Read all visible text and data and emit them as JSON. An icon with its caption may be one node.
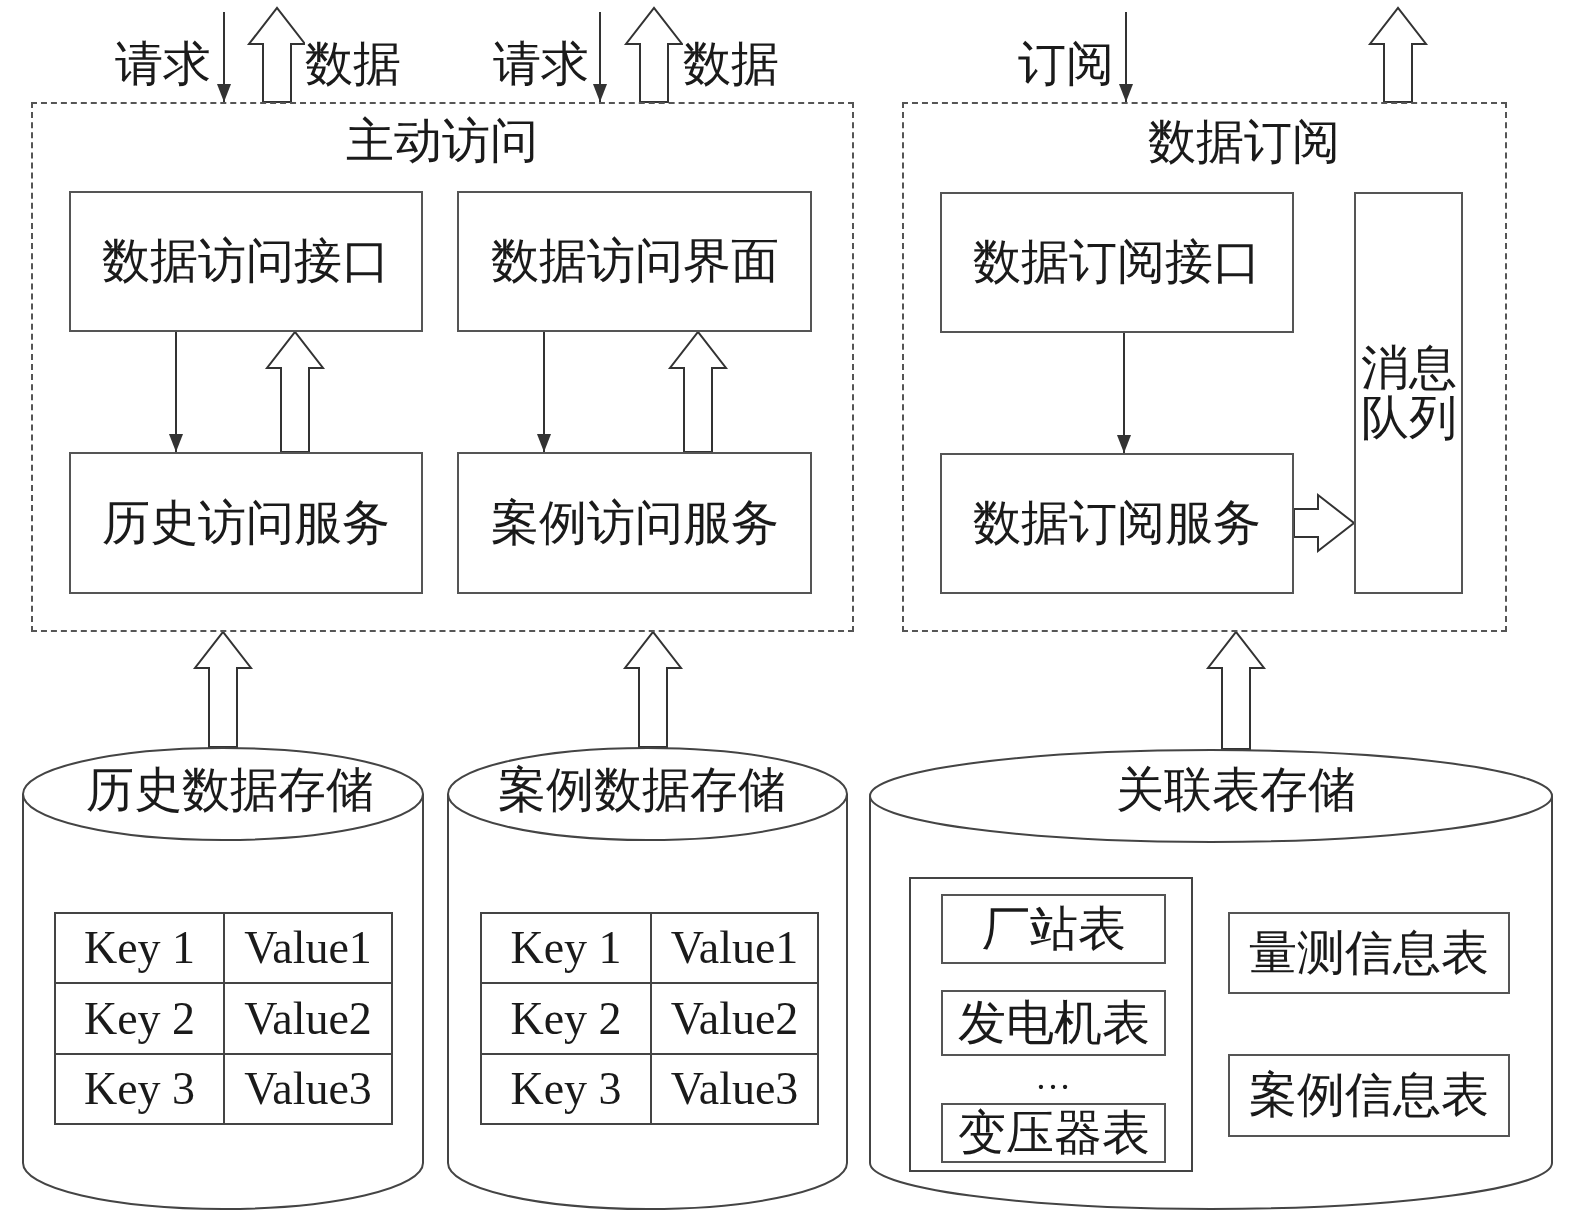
{
  "diagram": {
    "nodes": [
      {
        "text": [
          "主动访问"
        ]
      },
      {
        "text": [
          "数据访问接口"
        ],
        "in": 0
      },
      {
        "text": [
          "数据访问界面"
        ],
        "in": 0
      },
      {
        "text": [
          "历史访问服务"
        ],
        "in": 0
      },
      {
        "text": [
          "案例访问服务"
        ],
        "in": 0
      },
      {
        "text": [
          "数据订阅"
        ]
      },
      {
        "text": [
          "数据订阅接口"
        ],
        "in": 5
      },
      {
        "text": [
          "消息队列"
        ],
        "in": 5
      },
      {
        "text": [
          "数据订阅服务"
        ],
        "in": 5
      },
      {
        "text": [
          "历史数据存储"
        ]
      },
      {
        "text": [
          "Key 1"
        ],
        "in": 9
      },
      {
        "text": [
          "Value1"
        ],
        "in": 9
      },
      {
        "text": [
          "Key 2"
        ],
        "in": 9
      },
      {
        "text": [
          "Value2"
        ],
        "in": 9
      },
      {
        "text": [
          "Key 3"
        ],
        "in": 9
      },
      {
        "text": [
          "Value3"
        ],
        "in": 9
      },
      {
        "text": [
          "案例数据存储"
        ]
      },
      {
        "text": [
          "Key 1"
        ],
        "in": 16
      },
      {
        "text": [
          "Value1"
        ],
        "in": 16
      },
      {
        "text": [
          "Key 2"
        ],
        "in": 16
      },
      {
        "text": [
          "Value2"
        ],
        "in": 16
      },
      {
        "text": [
          "Key 3"
        ],
        "in": 16
      },
      {
        "text": [
          "Value3"
        ],
        "in": 16
      },
      {
        "text": [
          "关联表存储"
        ]
      },
      {
        "text": [],
        "shape": "box",
        "in": 23
      },
      {
        "text": [
          "厂站表"
        ],
        "in": 24
      },
      {
        "text": [
          "发电机表"
        ],
        "in": 24
      },
      {
        "text": [
          "变压器表"
        ],
        "in": 24
      },
      {
        "text": [
          "量测信息表"
        ],
        "in": 23
      },
      {
        "text": [
          "案例信息表"
        ],
        "in": 23
      }
    ],
    "edges": [
      {
        "from": null,
        "to": 0,
        "arrow": "to",
        "label": "请求"
      },
      {
        "from": 0,
        "to": null,
        "arrow": "to",
        "label": "数据",
        "style": "thick"
      },
      {
        "from": null,
        "to": 0,
        "arrow": "to",
        "label": "请求"
      },
      {
        "from": 0,
        "to": null,
        "arrow": "to",
        "label": "数据",
        "style": "thick"
      },
      {
        "from": null,
        "to": 5,
        "arrow": "to",
        "label": "订阅"
      },
      {
        "from": 5,
        "to": null,
        "arrow": "to",
        "style": "thick"
      },
      {
        "from": 1,
        "to": 3,
        "arrow": "to"
      },
      {
        "from": 3,
        "to": 1,
        "arrow": "to",
        "style": "thick"
      },
      {
        "from": 2,
        "to": 4,
        "arrow": "to"
      },
      {
        "from": 4,
        "to": 2,
        "arrow": "to",
        "style": "thick"
      },
      {
        "from": 6,
        "to": 8,
        "arrow": "to"
      },
      {
        "from": 8,
        "to": 7,
        "arrow": "to",
        "style": "thick"
      },
      {
        "from": 9,
        "to": 0,
        "arrow": "to",
        "style": "thick"
      },
      {
        "from": 16,
        "to": 0,
        "arrow": "to",
        "style": "thick"
      },
      {
        "from": 23,
        "to": 5,
        "arrow": "to",
        "style": "thick"
      }
    ],
    "labels": [
      "…"
    ]
  }
}
